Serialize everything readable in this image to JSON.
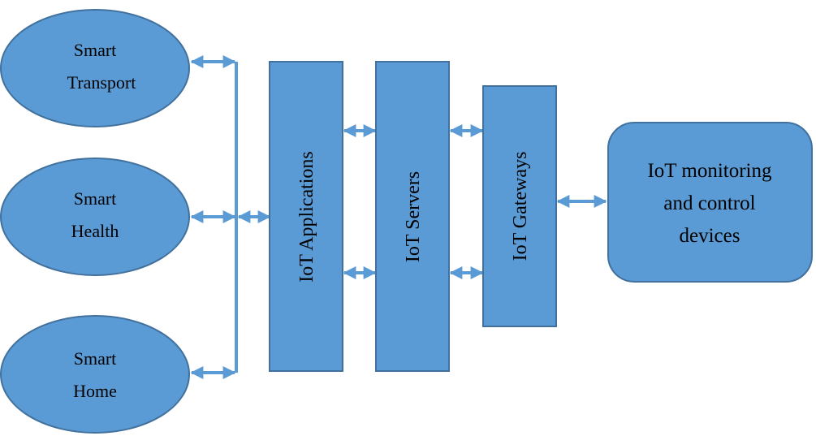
{
  "colors": {
    "fill": "#5b9bd5",
    "stroke": "#41719c",
    "text": "#000000",
    "background": "#ffffff"
  },
  "ellipses": {
    "transport": {
      "line1": "Smart",
      "line2": "Transport"
    },
    "health": {
      "line1": "Smart",
      "line2": "Health"
    },
    "home": {
      "line1": "Smart",
      "line2": "Home"
    }
  },
  "bars": {
    "applications": "IoT Applications",
    "servers": "IoT Servers",
    "gateways": "IoT Gateways"
  },
  "devices": {
    "line1": "IoT monitoring",
    "line2": "and control",
    "line3": "devices"
  }
}
